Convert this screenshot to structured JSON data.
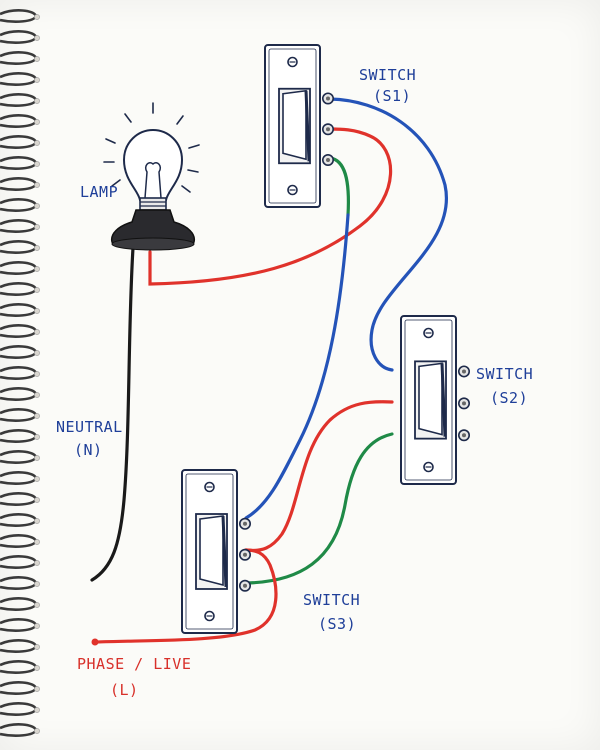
{
  "colors": {
    "ink": "#1e2a4a",
    "ink_blue": "#1f3f99",
    "wire_red": "#e0322b",
    "wire_blue": "#2453b8",
    "wire_green": "#1f8a47",
    "wire_black": "#1a1a1a",
    "paper": "#fbfbf8",
    "binding": "#3a3a3a"
  },
  "lamp": {
    "label": "LAMP",
    "icon": "light-bulb-icon"
  },
  "switches": [
    {
      "id": "s1",
      "label": "SWITCH",
      "sublabel": "(S1)",
      "icon": "toggle-switch-icon"
    },
    {
      "id": "s2",
      "label": "SWITCH",
      "sublabel": "(S2)",
      "icon": "toggle-switch-icon"
    },
    {
      "id": "s3",
      "label": "SWITCH",
      "sublabel": "(S3)",
      "icon": "toggle-switch-icon"
    }
  ],
  "neutral": {
    "label": "NEUTRAL",
    "sublabel": "(N)"
  },
  "phase": {
    "label": "PHASE / LIVE",
    "sublabel": "(L)"
  }
}
